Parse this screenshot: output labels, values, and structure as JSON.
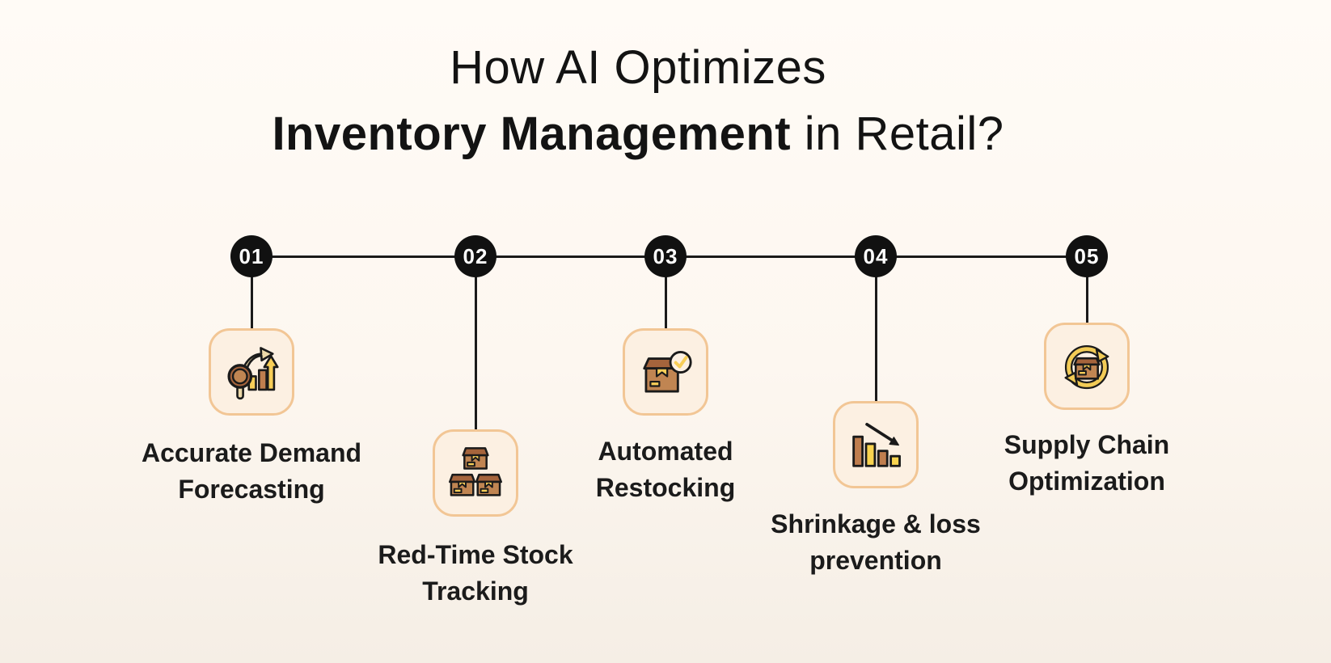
{
  "title": {
    "line1": "How AI Optimizes",
    "line2_bold": "Inventory Management",
    "line2_rest": " in Retail?"
  },
  "steps": [
    {
      "number": "01",
      "label_line1": "Accurate Demand",
      "label_line2": "Forecasting",
      "icon": "magnifier-growth-chart-icon"
    },
    {
      "number": "02",
      "label_line1": "Red-Time Stock",
      "label_line2": "Tracking",
      "icon": "stacked-boxes-icon"
    },
    {
      "number": "03",
      "label_line1": "Automated",
      "label_line2": "Restocking",
      "icon": "box-checkmark-icon"
    },
    {
      "number": "04",
      "label_line1": "Shrinkage & loss",
      "label_line2": "prevention",
      "icon": "declining-bars-arrow-icon"
    },
    {
      "number": "05",
      "label_line1": "Supply Chain",
      "label_line2": "Optimization",
      "icon": "box-cycle-arrows-icon"
    }
  ],
  "colors": {
    "background_top": "#FFFBF6",
    "background_bottom": "#F5EEE5",
    "card_fill": "#FCF0E2",
    "card_border": "#F2C695",
    "node_fill": "#111111",
    "node_text": "#FFFFFF",
    "line": "#1A1A1A",
    "text": "#1B1B1B",
    "icon_brown": "#C08552",
    "icon_brown_dark": "#A5643C",
    "icon_yellow": "#F7CE58",
    "icon_tan": "#EDD9A9"
  }
}
